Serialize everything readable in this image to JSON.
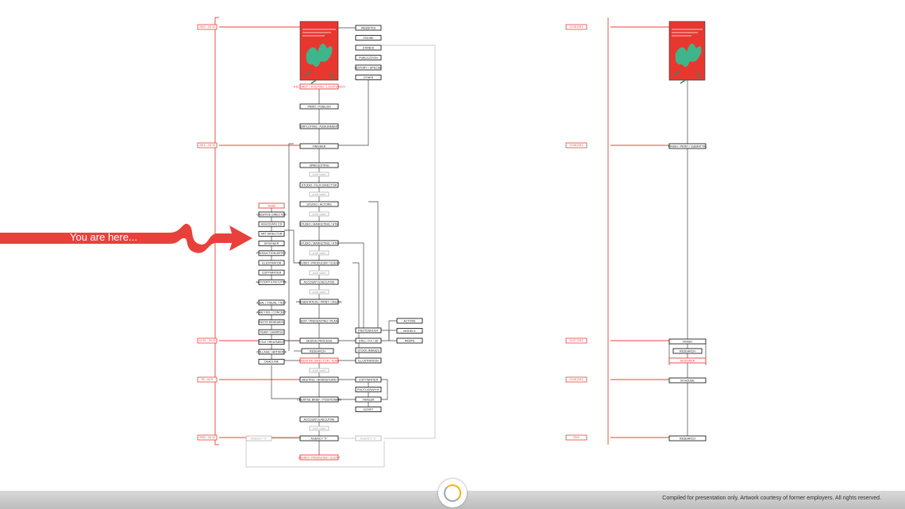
{
  "left_timeline": {
    "tags": [
      "2012 – 04 12",
      "2012 – 04 12",
      "14 04 – 04 12",
      "09 – 04 H",
      "2003 – 04 12"
    ]
  },
  "right_timeline": {
    "tags": [
      "01.08.2012",
      "01.08.2012",
      "01.07.2012",
      "01.06.2012",
      "2010"
    ]
  },
  "flow": {
    "poster_caption": "THE FIRST – POSTING / LOCATION/VX",
    "top_right": [
      "WEBSITES",
      "ONLINE",
      "STANDS",
      "PUBLICATION",
      "EDITORY / SPECIAL",
      "OTHER"
    ],
    "main": [
      "PRINT / PUBLISH",
      "EMPLOYING / ASSIGNMENT",
      "FINISHER",
      "SPAN EDITING",
      "STUDIO / FILM DIRECTOR",
      "STUDIO / ACTORS",
      "STUDIO / MARKETING / HTM",
      "STUDIO / MARKETING / HTM",
      "STUDIO / PRODUCER / CLIENT",
      "ACCOUNT EXECUTIVE",
      "PRESENTATION / PRINT / ONLINE",
      "EDIT / PRESENTING / PLAN",
      "DESIGN PROCESS",
      "CREATIVE DIRECTOR / TEAM",
      "MEETING / BRAINSTORM",
      "CREATIVE BRIEF / POSITIONING",
      "ACCOUNT EXECUTIVE",
      "AGENCY “X”",
      "STUDIO / PRODUCER / CLIENT"
    ],
    "dim_labels": [
      "draft notes",
      "draft notes",
      "draft notes",
      "draft notes",
      "draft notes",
      "draft notes",
      "draft notes",
      "draft notes"
    ],
    "team_header": "TEAM",
    "team": [
      "CREATIVE DIRECTOR",
      "ASSOCIATE CD",
      "ART DIRECTOR",
      "DESIGNER",
      "PRODUCTION ARTIST",
      "ILLUSTRATOR",
      "COPYWRITER",
      "ACCOUNT EXECUTIVE"
    ],
    "process": [
      "IDEAL / VISUAL / TEXT",
      "ANALYSIS / CONCEPT",
      "PHOTO RESEARCH",
      "TEAM / SHARING",
      "TITLE TREATMENT",
      "COLLAGE / ARTWORK",
      "DEADLINE"
    ],
    "research": "RESEARCH",
    "assets": [
      "PHOTOSHOOT",
      "STILL / FX / 3D",
      "STOCK IMAGES",
      "ILLUSTRATION"
    ],
    "shoot": [
      "ACTORS",
      "MODELS",
      "PROPS"
    ],
    "writing": [
      "COPYWRITER",
      "PHOTOGRAPHY",
      "TRAILER",
      "SCRIPT"
    ],
    "agency_left": "AGENCY “X”",
    "agency_right": "AGENCY “Z”"
  },
  "simple_flow": [
    "FINISH / PRINT / SUBMITTAL",
    "FINISH",
    "RESEARCH",
    "DESIGNER",
    "IN HOUSE",
    "RESEARCH"
  ],
  "callout": {
    "text": "You are here..."
  },
  "footer": {
    "note": "Compiled for presentation only. Artwork courtesy of former employers. All rights reserved."
  },
  "colors": {
    "accent": "#e8413c",
    "poster_red": "#e8372f",
    "poster_green": "#3fb58b"
  }
}
